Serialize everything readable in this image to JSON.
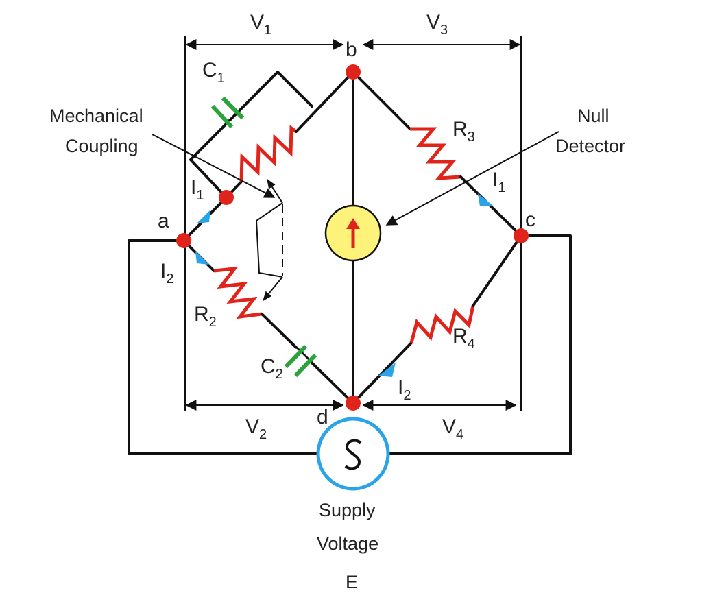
{
  "nodes": {
    "a": "a",
    "b": "b",
    "c": "c",
    "d": "d"
  },
  "voltages": {
    "v1": {
      "base": "V",
      "sub": "1"
    },
    "v2": {
      "base": "V",
      "sub": "2"
    },
    "v3": {
      "base": "V",
      "sub": "3"
    },
    "v4": {
      "base": "V",
      "sub": "4"
    }
  },
  "components": {
    "c1": {
      "base": "C",
      "sub": "1"
    },
    "c2": {
      "base": "C",
      "sub": "2"
    },
    "r2": {
      "base": "R",
      "sub": "2"
    },
    "r3": {
      "base": "R",
      "sub": "3"
    },
    "r4": {
      "base": "R",
      "sub": "4"
    }
  },
  "currents": {
    "i1_left": {
      "base": "I",
      "sub": "1"
    },
    "i2_left": {
      "base": "I",
      "sub": "2"
    },
    "i1_right": {
      "base": "I",
      "sub": "1"
    },
    "i2_right": {
      "base": "I",
      "sub": "2"
    }
  },
  "annotations": {
    "mechanical_line1": "Mechanical",
    "mechanical_line2": "Coupling",
    "null_line1": "Null",
    "null_line2": "Detector",
    "supply_line1": "Supply",
    "supply_line2": "Voltage",
    "supply_symbol": "E"
  },
  "colors": {
    "resistor": "#e0241b",
    "capacitor": "#2aa43a",
    "node": "#e0241b",
    "current_arrow": "#2aa3e8",
    "source_ring": "#2aa3e8",
    "detector_fill": "#fdf27a",
    "wire": "#111111"
  },
  "icons": {
    "detector": "galvanometer-up-arrow-icon",
    "source": "ac-sine-source-icon"
  }
}
